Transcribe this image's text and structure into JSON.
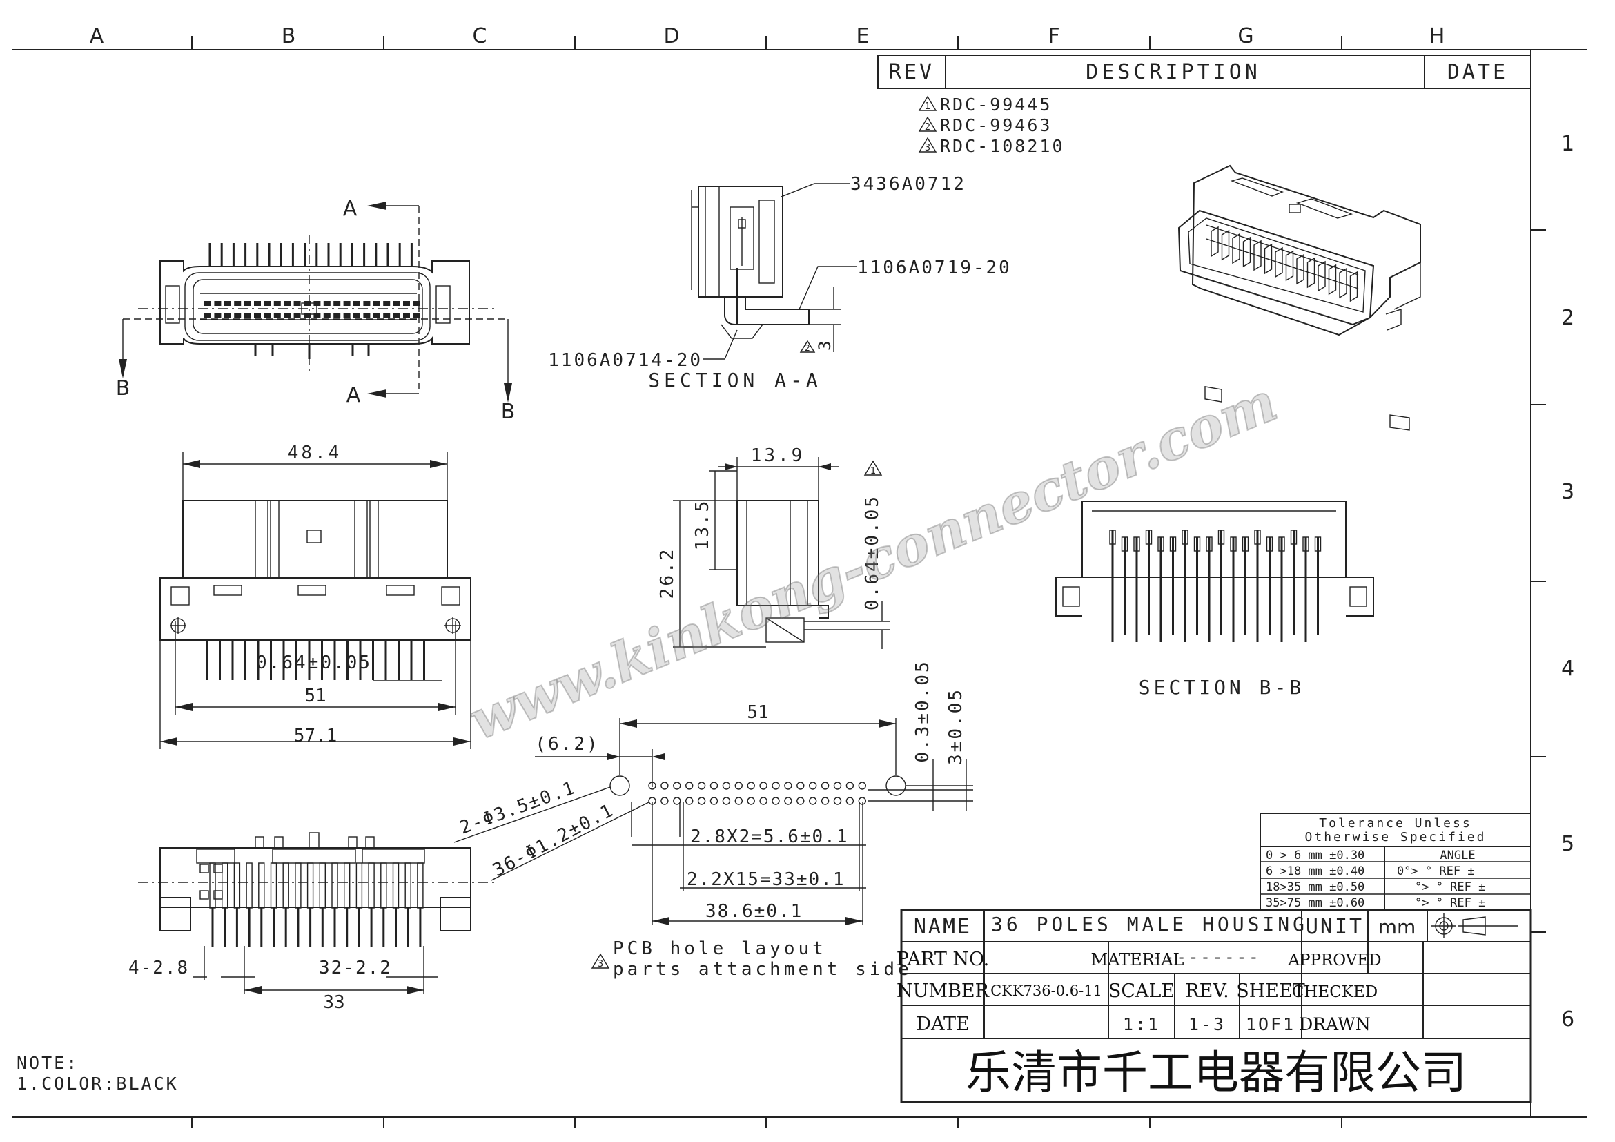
{
  "border": {
    "zones_top": [
      "A",
      "B",
      "C",
      "D",
      "E",
      "F",
      "G",
      "H"
    ],
    "zones_side": [
      "1",
      "2",
      "3",
      "4",
      "5",
      "6"
    ]
  },
  "revision": {
    "headers": {
      "rev": "REV",
      "description": "DESCRIPTION",
      "date": "DATE"
    },
    "items": [
      {
        "mark": "1",
        "text": "RDC-99445"
      },
      {
        "mark": "2",
        "text": "RDC-99463"
      },
      {
        "mark": "3",
        "text": "RDC-108210"
      }
    ]
  },
  "front_view": {
    "section_a": "A",
    "section_b": "B"
  },
  "section_aa": {
    "title": "SECTION A-A",
    "part_housing": "3436A0712",
    "part_pin_a": "1106A0719-20",
    "part_pin_b": "1106A0714-20",
    "dim_3": "3",
    "dim_3_rev": "2"
  },
  "top_view": {
    "dim_48_4": "48.4",
    "dim_pitch": "0.64±0.05",
    "dim_51": "51",
    "dim_57_1": "57.1"
  },
  "side_view": {
    "dim_13_9": "13.9",
    "dim_13_5": "13.5",
    "dim_26_2": "26.2",
    "dim_pin": "0.64±0.05",
    "dim_pin_rev": "1"
  },
  "section_bb": {
    "title": "SECTION B-B"
  },
  "pcb_layout": {
    "dim_51": "51",
    "dim_6_2": "(6.2)",
    "dim_0_3": "0.3±0.05",
    "dim_3": "3±0.05",
    "hole_big": "2-Φ3.5±0.1",
    "hole_small": "36-Φ1.2±0.1",
    "dim_2_8": "2.8X2=5.6±0.1",
    "dim_2_2": "2.2X15=33±0.1",
    "dim_38_6": "38.6±0.1",
    "note_line1": "PCB hole layout",
    "note_line2": "parts attachment side",
    "note_rev": "3"
  },
  "bottom_view": {
    "dim_4_2_8": "4-2.8",
    "dim_32_2_2": "32-2.2",
    "dim_33": "33"
  },
  "notes": {
    "title": "NOTE:",
    "item": "1.COLOR:BLACK"
  },
  "tolerance": {
    "title1": "Tolerance Unless",
    "title2": "Otherwise Specified",
    "rows": [
      {
        "range": "0 > 6 mm ±0.30",
        "angle": "ANGLE"
      },
      {
        "range": "6 >18 mm ±0.40",
        "angle": "0°>    ° REF ±"
      },
      {
        "range": "18>35 mm ±0.50",
        "angle": "°>    ° REF ±"
      },
      {
        "range": "35>75 mm ±0.60",
        "angle": "°>    ° REF ±"
      }
    ]
  },
  "title_block": {
    "name_label": "NAME",
    "name_value": "36 POLES MALE HOUSING",
    "unit_label": "UNIT",
    "unit_value": "mm",
    "partno_label": "PART NO.",
    "material_label": "MATERIAL",
    "material_value": "---------",
    "approved_label": "APPROVED",
    "number_label": "NUMBER",
    "number_value": "CKK736-0.6-11",
    "scale_label": "SCALE",
    "rev_label": "REV.",
    "sheet_label": "SHEET",
    "checked_label": "CHECKED",
    "date_label": "DATE",
    "scale_value": "1:1",
    "rev_value": "1-3",
    "sheet_value": "1OF1",
    "drawn_label": "DRAWN",
    "company": "乐清市千工电器有限公司"
  },
  "watermark": "www.kinkong-connector.com"
}
